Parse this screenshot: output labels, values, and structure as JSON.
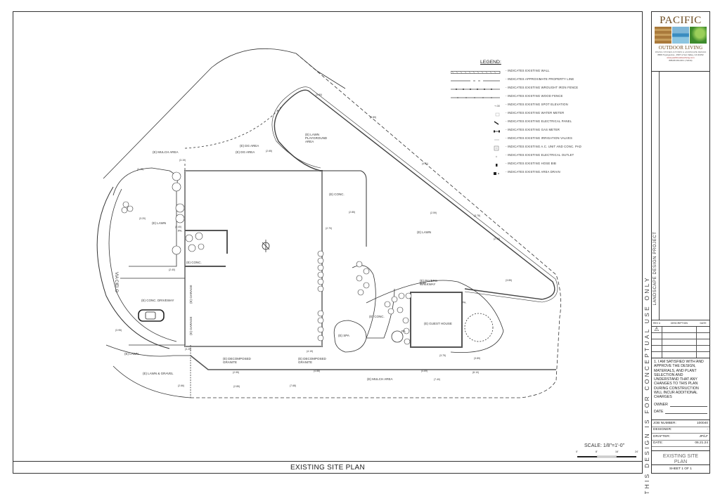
{
  "drawing": {
    "title": "EXISTING SITE  PLAN",
    "scale_label": "SCALE:  1/8\"=1'-0\"",
    "scale_ticks": [
      "0'",
      "8'",
      "16'",
      "24'"
    ],
    "disclaimer": "THIS DESIGN IS FOR CONCEPTUAL USE ONLY",
    "street_name": "VIA CIELO",
    "area_labels": {
      "dg_area_top": "(E) DG AREA",
      "mulch_area_left": "(E) MULCH AREA",
      "dg_area_mid": "(E) DG AREA",
      "lawn_playground": "(E) LAWN\nPLAYGROUND\nAREA",
      "lawn_left": "(E) LAWN",
      "pa_left": "PA",
      "conc_left": "(E) CONC.",
      "conc_driveway": "(E) CONC. DRIVEWAY",
      "garage_1": "(E) GARAGE",
      "garage_2": "(E) GARAGE",
      "lawn_lower_left": "(E) LAWN",
      "lawn_gravel": "(E) LAWN & GRAVEL",
      "conc_mid": "(E) CONC.",
      "lawn_right": "(E) LAWN",
      "pavers_walkway": "(E) PAVERS\nWALKWAY",
      "guest_house": "(E) GUEST HOUSE",
      "pa_right": "PA",
      "pa_guest": "PA",
      "conc_spa": "(E) CONC.",
      "spa": "(E) SPA",
      "decomposed_granite_1": "(E) DECOMPOSED\nGRANITE",
      "decomposed_granite_2": "(E) DECOMPOSED\nGRANITE",
      "mulch_area_bottom": "(E) MULCH AREA"
    },
    "spot_elevations": [
      "(3.80)",
      "(2.89)",
      "(2.65)",
      "(3.19)",
      "(2.48)",
      "(4.71)",
      "(3.78)",
      "(3.20)",
      "(2.40)",
      "(2.30)",
      "(2.40)",
      "(2.85)",
      "(2.59)",
      "(3.85)",
      "(4.19)",
      "(4.88)",
      "(2.95)",
      "(2.85)",
      "(2.66)",
      "(2.80)",
      "(3.75)",
      "(3.89)",
      "(4.69)",
      "(7.40)",
      "(8.10)",
      "(3.95)",
      "(7.68)",
      "(2.70)",
      "(3.25)"
    ]
  },
  "legend": {
    "title": "LEGEND:",
    "items": [
      {
        "symbol": "wall",
        "text": "- INDICATES EXISTING WALL"
      },
      {
        "symbol": "property-line",
        "text": "- INDICATES APPROXIMATE PROPERTY LINE"
      },
      {
        "symbol": "wrought-iron-fence",
        "text": "- INDICATES EXISTING WROUGHT IRON FENCE"
      },
      {
        "symbol": "wood-fence",
        "text": "- INDICATES EXISTING WOOD FENCE"
      },
      {
        "symbol": "spot-elevation",
        "text": "- INDICATES EXISTING SPOT ELEVATION"
      },
      {
        "symbol": "water-meter",
        "text": "- INDICATES EXISTING WATER METER"
      },
      {
        "symbol": "electrical-panel",
        "text": "- INDICATES EXISTING ELECTRICAL PANEL"
      },
      {
        "symbol": "gas-meter",
        "text": "- INDICATES EXISTING GAS METER"
      },
      {
        "symbol": "irrigation-valves",
        "text": "- INDICATES EXISTING IRRIGATION VALVES"
      },
      {
        "symbol": "ac-unit",
        "text": "- INDICATES EXISTING A.C. UNIT AND CONC. PAD"
      },
      {
        "symbol": "electrical-outlet",
        "text": "- INDICATES EXISTING ELECTRICAL OUTLET"
      },
      {
        "symbol": "hose-bib",
        "text": "- INDICATES EXISTING HOSE BIB"
      },
      {
        "symbol": "area-drain",
        "text": "- INDICATES EXISTING AREA DRAIN"
      }
    ]
  },
  "title_block": {
    "company": {
      "name": "PACIFIC",
      "subtitle": "OUTDOOR LIVING",
      "tagline": "PAVING STONES & PONDS & LANDSCAPE DESIGN",
      "address": "8809 Tujunga Ave., #307 ● Sun Valley, CA 91352",
      "website": "www.pacificoutdoorliving.com",
      "phone": "888-88-PACIFIC (72244)"
    },
    "project_label": "LANDSCAPE DESIGN PROJECT",
    "revision_headers": [
      "REV #",
      "DESCRIPTION",
      "DATE"
    ],
    "revision_symbol": "⚠",
    "approval_text": "1.  I AM SATISFIED WITH AND APPROVE THE DESIGN, MATERIALS, AND PLANT SELECTION AND UNDERSTAND THAT ANY CHANGES TO THIS PLAN DURING CONSTRUCTION WILL INCUR ADDITIONAL CHARGES",
    "owner_label": "OWNER",
    "date_label": "DATE",
    "info": [
      {
        "label": "JOB NUMBER:",
        "value": "100040"
      },
      {
        "label": "DESIGNER:",
        "value": "-"
      },
      {
        "label": "DRAFTER:",
        "value": "JP/LF"
      },
      {
        "label": "DATE:",
        "value": "06.21.24"
      }
    ],
    "sheet_title": "EXISTING SITE\nPLAN",
    "sheet_number": "SHEET   1  OF  1"
  },
  "colors": {
    "line": "#333333",
    "wall": "#555555",
    "logo_brown": "#6b4a1f",
    "logo_blue": "#3a8cc0",
    "logo_green": "#3e8b2c"
  }
}
